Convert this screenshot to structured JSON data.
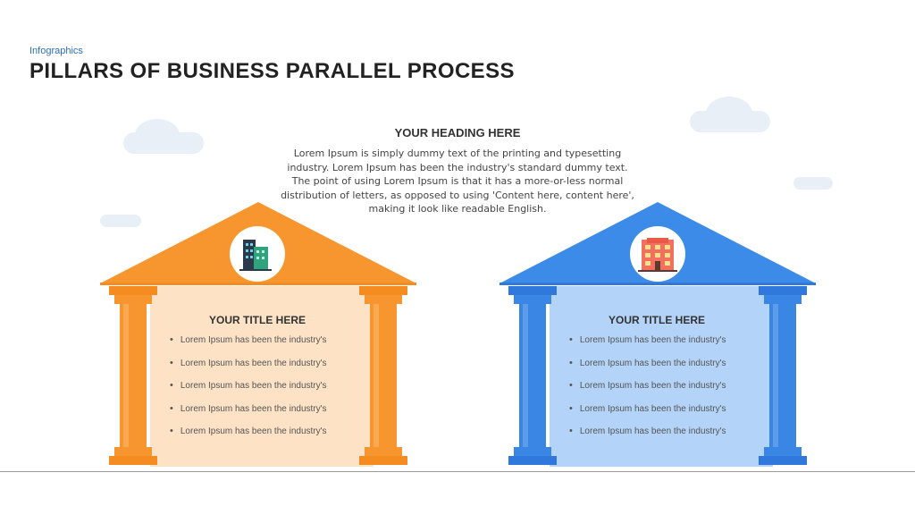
{
  "header": {
    "subtitle": "Infographics",
    "title": "PILLARS OF BUSINESS PARALLEL PROCESS"
  },
  "center": {
    "heading": "YOUR HEADING HERE",
    "body": "Lorem Ipsum is simply dummy text of the printing and typesetting industry. Lorem Ipsum has been the industry's standard dummy text. The point of using Lorem Ipsum is that it has a more-or-less normal distribution of letters, as opposed to using 'Content here, content here', making it look like readable English."
  },
  "pillars": [
    {
      "title": "YOUR TITLE HERE",
      "icon": "office-buildings-icon",
      "items": [
        "Lorem Ipsum has been the industry's",
        "Lorem Ipsum has been the industry's",
        "Lorem Ipsum has been the industry's",
        "Lorem Ipsum has been the industry's",
        "Lorem Ipsum has been the industry's"
      ],
      "colors": {
        "roof": "#f7962e",
        "column": "#f7922a",
        "panel": "#fde2c6"
      }
    },
    {
      "title": "YOUR TITLE HERE",
      "icon": "apartment-building-icon",
      "items": [
        "Lorem Ipsum has been the industry's",
        "Lorem Ipsum has been the industry's",
        "Lorem Ipsum has been the industry's",
        "Lorem Ipsum has been the industry's",
        "Lorem Ipsum has been the industry's"
      ],
      "colors": {
        "roof": "#3d8be8",
        "column": "#3a86e4",
        "panel": "#b3d3f8"
      }
    }
  ]
}
